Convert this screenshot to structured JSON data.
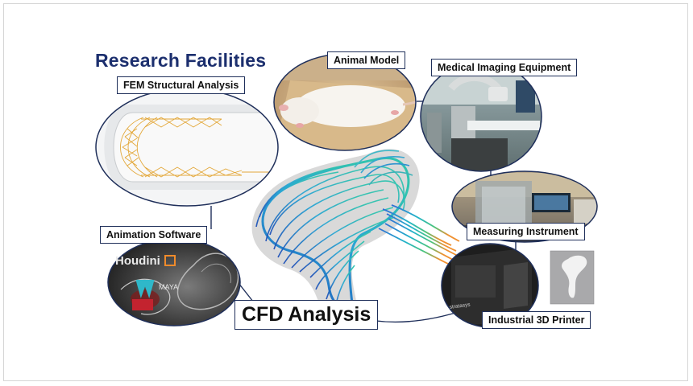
{
  "title": "Research Facilities",
  "labels": {
    "fem": "FEM Structural Analysis",
    "animal": "Animal Model",
    "imaging": "Medical Imaging Equipment",
    "animation": "Animation Software",
    "measuring": "Measuring Instrument",
    "printer": "Industrial 3D Printer",
    "cfd": "CFD Analysis"
  },
  "logos": {
    "houdini": "Houdini",
    "maya": "MAYA",
    "stratasys": "stratasys"
  },
  "colors": {
    "title": "#1c2f6e",
    "border": "#1f2f5a",
    "stent": "#e3a83a"
  }
}
